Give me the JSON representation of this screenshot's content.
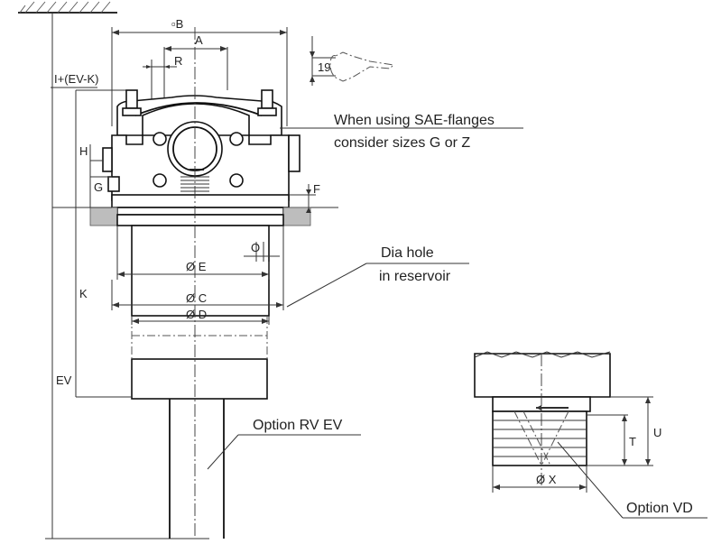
{
  "title": "",
  "dimensions": {
    "B": "▫B",
    "A": "A",
    "R": "R",
    "I": "I+(EV-K)",
    "wrench": "19",
    "H": "H",
    "G": "G",
    "F": "F",
    "O": "O",
    "E": "Ø E",
    "C": "Ø C",
    "D": "Ø D",
    "K": "K",
    "EV": "EV",
    "U": "U",
    "T": "T",
    "X": "Ø X"
  },
  "notes": {
    "sae_line1": "When using SAE-flanges",
    "sae_line2": "consider sizes G or Z",
    "dia_line1": "Dia hole",
    "dia_line2": "in reservoir",
    "option_rv": "Option RV EV",
    "option_vd": "Option VD"
  }
}
